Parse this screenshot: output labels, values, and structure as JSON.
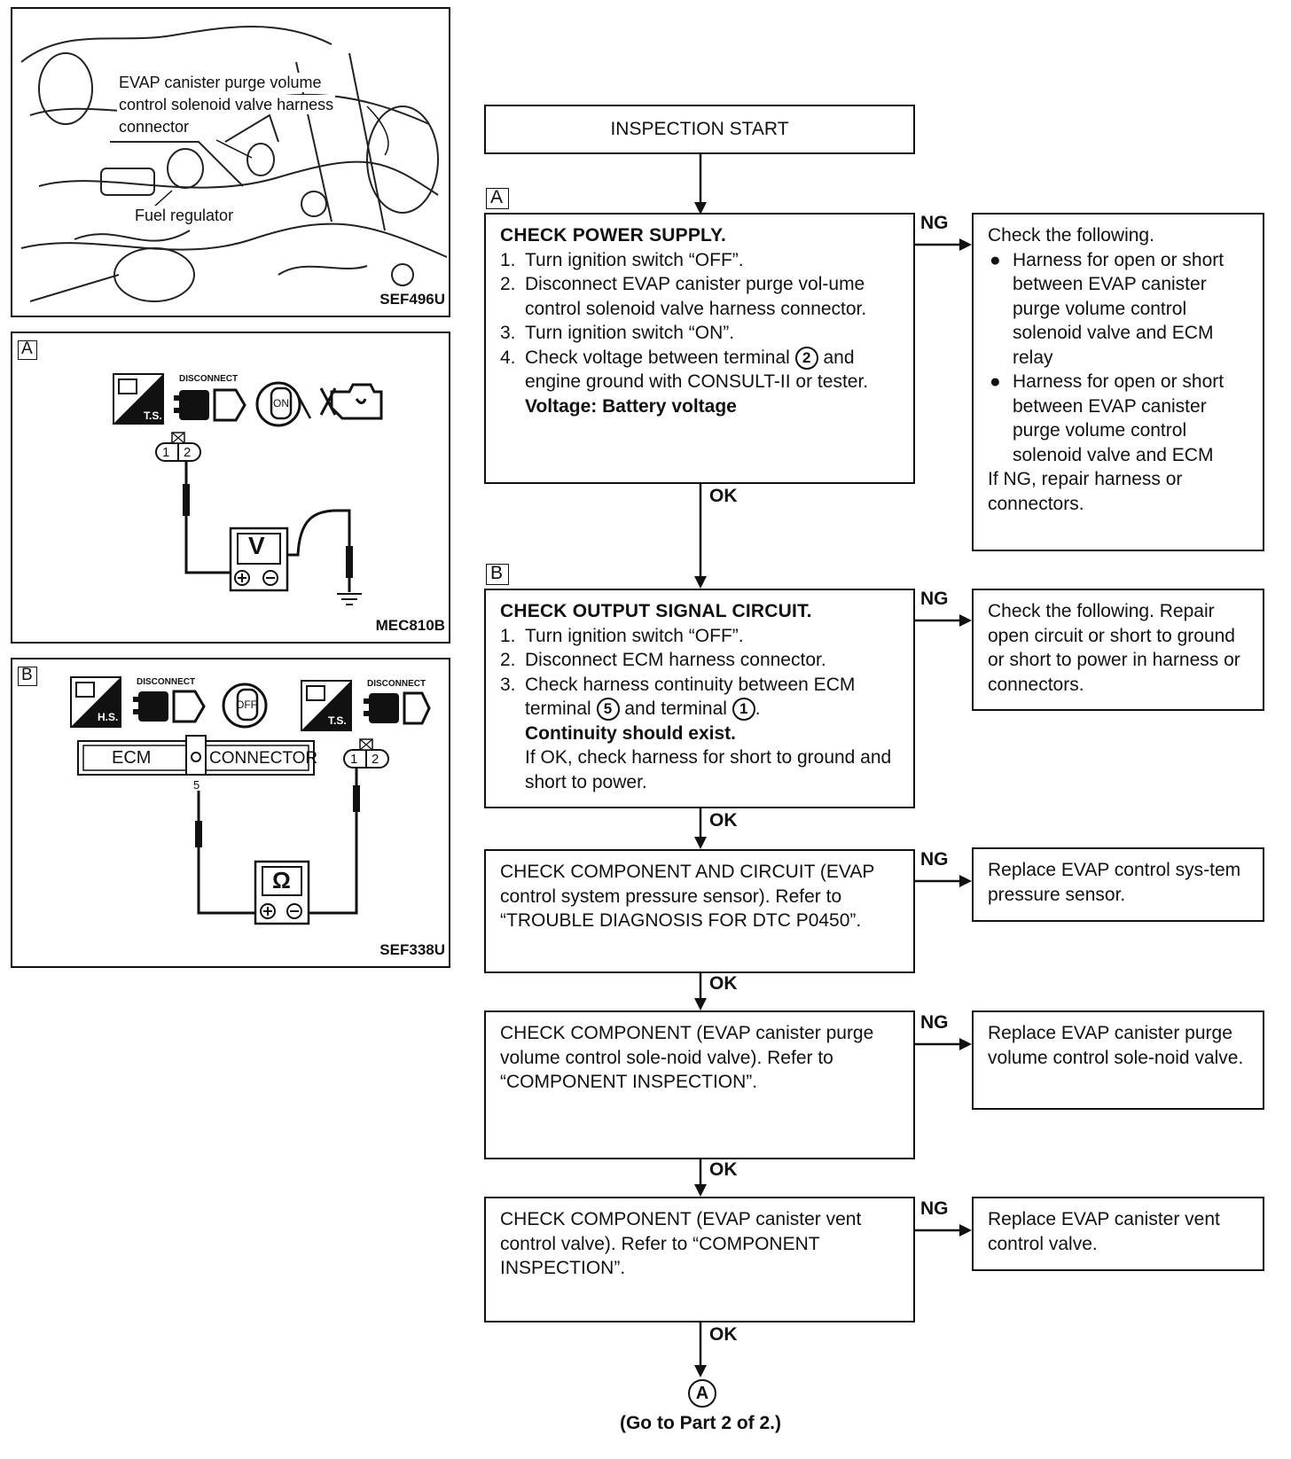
{
  "figures": {
    "photo": {
      "label_solenoid": [
        "EVAP canister purge volume",
        "control solenoid valve harness",
        "connector"
      ],
      "label_regulator": "Fuel regulator",
      "code": "SEF496U"
    },
    "figA": {
      "tag": "A",
      "icons": [
        "ts-icon",
        "disconnect-icon",
        "ignition-on-icon",
        "engine-icon"
      ],
      "icon_texts": {
        "ts": "T.S.",
        "disconnect": "DISCONNECT",
        "on": "ON"
      },
      "connector_terminals": [
        "1",
        "2"
      ],
      "meter": "V",
      "code": "MEC810B"
    },
    "figB": {
      "tag": "B",
      "icon_texts": {
        "hs": "H.S.",
        "disconnect": "DISCONNECT",
        "off": "OFF",
        "ts": "T.S."
      },
      "ecm_label": "ECM",
      "connector_label": "CONNECTOR",
      "ecm_terminal": "5",
      "connector_terminals": [
        "1",
        "2"
      ],
      "meter": "Ω",
      "code": "SEF338U"
    }
  },
  "flow": {
    "start": "INSPECTION START",
    "step_a": {
      "tag": "A",
      "title": "CHECK POWER SUPPLY.",
      "items": [
        {
          "n": "1.",
          "text": "Turn ignition switch “OFF”."
        },
        {
          "n": "2.",
          "text": "Disconnect EVAP canister purge vol-ume control solenoid valve harness connector."
        },
        {
          "n": "3.",
          "text": "Turn ignition switch “ON”."
        },
        {
          "n": "4.",
          "text_pre": "Check voltage between terminal ",
          "circ": "2",
          "text_post": " and engine ground with CONSULT-II or tester."
        }
      ],
      "note": "Voltage: Battery voltage"
    },
    "ng_a": {
      "intro": "Check the following.",
      "bullets": [
        "Harness for open or short between EVAP canister purge volume control solenoid valve and ECM relay",
        "Harness for open or short between EVAP canister purge volume control solenoid valve and ECM"
      ],
      "outro": "If NG, repair harness or connectors."
    },
    "step_b": {
      "tag": "B",
      "title": "CHECK OUTPUT SIGNAL CIRCUIT.",
      "items": [
        {
          "n": "1.",
          "text": "Turn ignition switch “OFF”."
        },
        {
          "n": "2.",
          "text": "Disconnect ECM harness connector."
        },
        {
          "n": "3.",
          "text_pre": "Check harness continuity between ECM terminal ",
          "circ": "5",
          "text_mid": " and terminal ",
          "circ2": "1",
          "text_post": "."
        }
      ],
      "note": "Continuity should exist.",
      "extra": "If OK, check harness for short to ground and short to power."
    },
    "ng_b": "Check the following. Repair open circuit or short to ground or short to power in harness or connectors.",
    "step_c": "CHECK COMPONENT AND CIRCUIT (EVAP control system pressure sensor). Refer to “TROUBLE DIAGNOSIS FOR DTC P0450”.",
    "ng_c": "Replace EVAP control sys-tem pressure sensor.",
    "step_d": "CHECK COMPONENT (EVAP canister purge volume control sole-noid valve). Refer to “COMPONENT INSPECTION”.",
    "ng_d": "Replace EVAP canister purge volume control sole-noid valve.",
    "step_e": "CHECK COMPONENT (EVAP canister vent control valve). Refer to “COMPONENT INSPECTION”.",
    "ng_e": "Replace EVAP canister vent control valve.",
    "ok": "OK",
    "ng": "NG",
    "end_marker": "A",
    "end_text": "(Go to Part 2 of 2.)"
  }
}
